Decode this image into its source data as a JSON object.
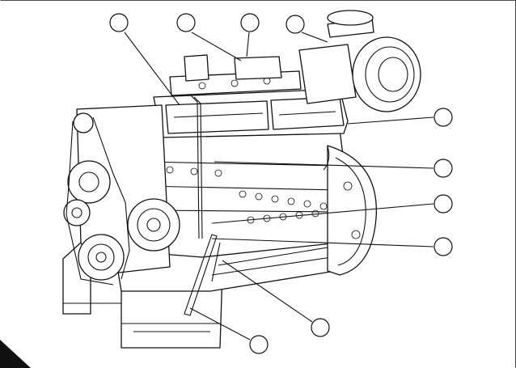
{
  "figure": {
    "background_color": "#ffffff",
    "line_color": "#111111",
    "corner_mark_color": "#111111",
    "icon": "engine-line-drawing-icon"
  },
  "callouts": [
    {
      "id": "callout-1",
      "label": ""
    },
    {
      "id": "callout-2",
      "label": ""
    },
    {
      "id": "callout-3",
      "label": ""
    },
    {
      "id": "callout-4",
      "label": ""
    },
    {
      "id": "callout-5",
      "label": ""
    },
    {
      "id": "callout-6",
      "label": ""
    },
    {
      "id": "callout-7",
      "label": ""
    },
    {
      "id": "callout-8",
      "label": ""
    },
    {
      "id": "callout-9",
      "label": ""
    },
    {
      "id": "callout-10",
      "label": ""
    }
  ]
}
